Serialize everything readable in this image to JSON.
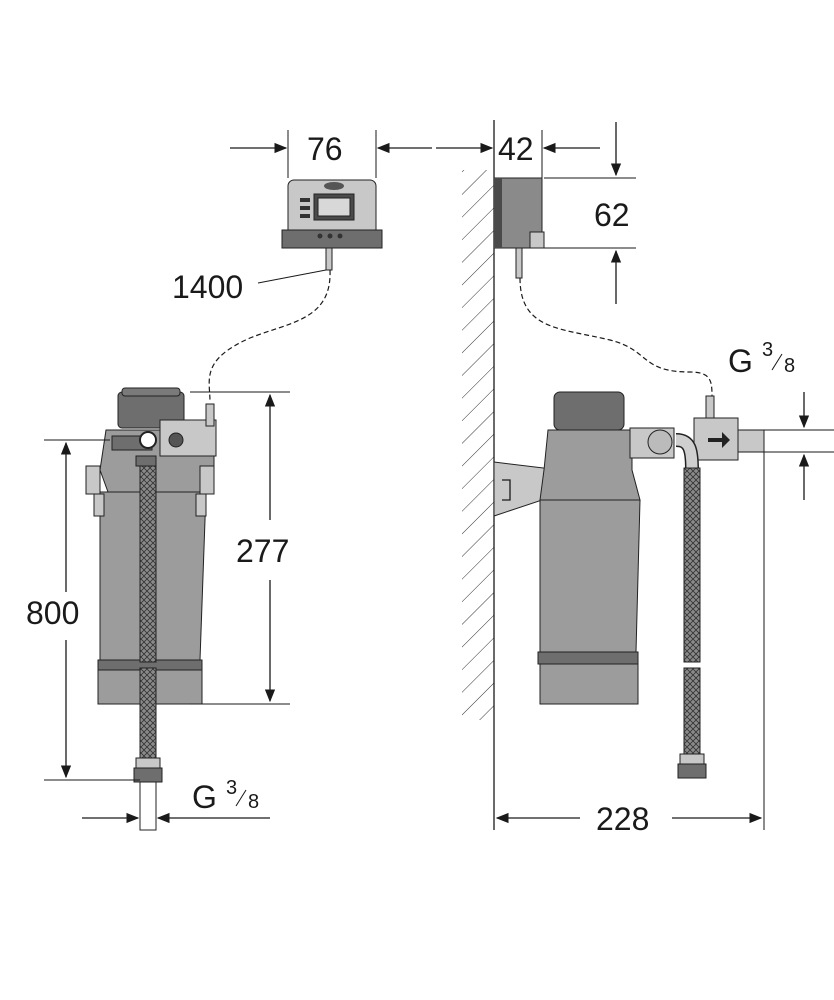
{
  "dimensions": {
    "controller_width": "76",
    "controller_depth": "42",
    "controller_height": "62",
    "cable_length": "1400",
    "filter_height": "277",
    "total_height": "800",
    "total_depth": "228"
  },
  "connections": {
    "inlet_left": {
      "letter": "G",
      "num": "3",
      "den": "8"
    },
    "inlet_right": {
      "letter": "G",
      "num": "3",
      "den": "8"
    }
  },
  "colors": {
    "line": "#1a1a1a",
    "body_grey": "#9c9c9c",
    "dark_grey": "#6e6e6e"
  }
}
